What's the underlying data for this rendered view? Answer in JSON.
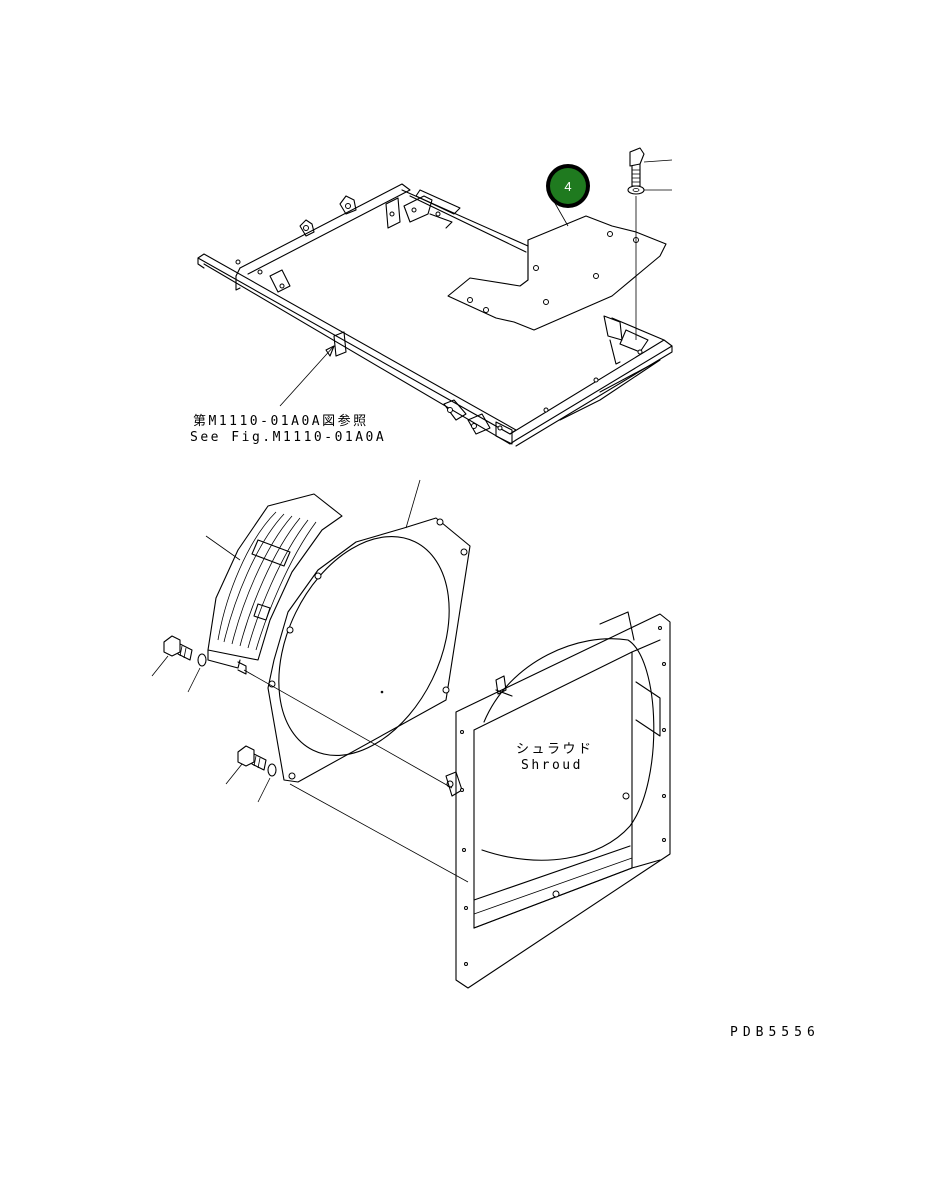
{
  "reference_note": {
    "jp": "第M1110-01A0A図参照",
    "en": "See Fig.M1110-01A0A"
  },
  "shroud_label": {
    "jp": "シュラウド",
    "en": "Shroud"
  },
  "callout": {
    "number": "4",
    "color": "#1f7a1f"
  },
  "drawing_code": "PDB5556"
}
